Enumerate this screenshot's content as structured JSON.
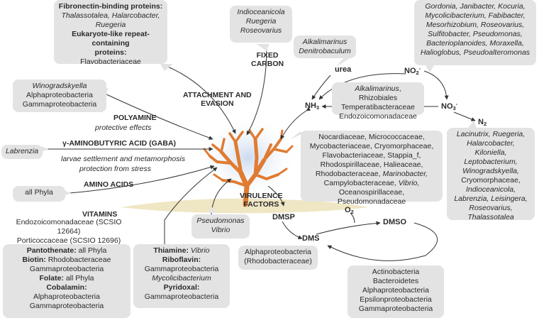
{
  "coral_icon": "sea-fan-coral-icon",
  "colors": {
    "coral": "#e07b32",
    "box": "#e3e3e3",
    "sand": "#efe6c4",
    "arrow": "#333333"
  },
  "fibronectin": {
    "heading": "Fibronectin-binding proteins:",
    "taxa": "Thalassotalea, Halarcobacter,",
    "taxa2": "Ruegeria",
    "heading2": "Eukaryote-like repeat-containing",
    "heading2b": "proteins:",
    "family": "Flavobacteriaceae"
  },
  "fixed_carbon_box": [
    "Indioceanicola",
    "Ruegeria",
    "Roseovarius"
  ],
  "winogradskyella_box": {
    "genus": "Winogradskyella",
    "lines": [
      "Alphaproteobacteria",
      "Gammaproteobacteria"
    ]
  },
  "labrenzia_box": "Labrenzia",
  "all_phyla_box": "all Phyla",
  "sulfide_box": [
    "Endozoicomonadaceae (SCSIO 12664)",
    "Porticoccaceae (SCSIO 12696)"
  ],
  "vitamins_left_box": {
    "pantothenate_label": "Pantothenate:",
    "pantothenate_value": " all Phyla",
    "biotin_label": "Biotin:",
    "biotin_value": " Rhodobacteraceae",
    "biotin_line2": "Gammaproteobacteria",
    "folate_label": "Folate:",
    "folate_value": " all Phyla",
    "cobalamin_label": "Cobalamin:",
    "cobalamin_lines": [
      "Alphaproteobacteria",
      "Gammaproteobacteria"
    ]
  },
  "vitamins_right_box": {
    "thiamine_label": "Thiamine:",
    "thiamine_value": " Vibrio",
    "riboflavin_label": "Riboflavin:",
    "riboflavin_lines": [
      "Gammaproteobacteria"
    ],
    "riboflavin_italic": "Mycolicibacterium",
    "pyridoxal_label": "Pyridoxal:",
    "pyridoxal_line": "Gammaproteobacteria"
  },
  "virulence_box": [
    "Pseudomonas",
    "Vibrio"
  ],
  "dmsp_box": [
    "Alphaproteobacteria",
    "(Rhodobacteraceae)"
  ],
  "dms_box": [
    "Actinobacteria",
    "Bacteroidetes",
    "Alphaproteobacteria",
    "Epsilonproteobacteria",
    "Gammaproteobacteria"
  ],
  "urea_box": [
    "Alkalimarinus",
    "Denitrobaculum"
  ],
  "nitrite_box": [
    "Gordonia, Janibacter, Kocuria,",
    "Mycolicibacterium, Fabibacter,",
    "Mesorhizobium, Roseovarius,",
    "Sulfitobacter, Pseudomonas,",
    "Bacterioplanoides, Moraxella,",
    "Halioglobus, Pseudoalteromonas"
  ],
  "nh3_box": {
    "italic": "Alkalimarinus",
    "rest": ", Rhizobiales",
    "lines": [
      "Temperatibacteraceae",
      "Endozoicomonadaceae"
    ]
  },
  "central_box": [
    "Nocardiaceae, Micrococcaceae,",
    "Mycobacteriaceae, Cryomorphaceae,",
    "Flavobacteriaceae, Stappia_f,",
    "Rhodospirillaceae, Halieaceae,"
  ],
  "central_box_l5a": "Rhodobacteraceae, ",
  "central_box_l5b": "Marinobacter,",
  "central_box_l6a": "Campylobacteraceae, ",
  "central_box_l6b": "Vibrio,",
  "central_box_l7": "Oceanospirillaceae, Pseudomonadaceae",
  "n2_box": {
    "l1a": "Lacinutrix, Ruegeria,",
    "l2": "Halarcobacter, Kiloniella,",
    "l3": "Leptobacterium,",
    "l4": "Winogradskyella,",
    "l5": "Cryomorphaceae,",
    "l6": "Indioceanicola,",
    "l7": "Labrenzia, Leisingera,",
    "l8": "Roseovarius,",
    "l9": "Thalassotalea"
  },
  "labels": {
    "fixed_carbon": [
      "FIXED",
      "CARBON"
    ],
    "attachment": [
      "ATTACHMENT AND",
      "EVASION"
    ],
    "polyamine": "POLYAMINE",
    "polyamine_sub": "protective effects",
    "gaba": "γ-AMINOBUTYRIC ACID (GABA)",
    "gaba_sub1": "larvae settlement and metamorphosis",
    "gaba_sub2": "protection from stress",
    "amino_acids": "AMINO ACIDS",
    "vitamins": "VITAMINS",
    "virulence": [
      "VIRULENCE",
      "FACTORS"
    ],
    "dmsp": "DMSP",
    "dmso": "DMSO",
    "dms": "DMS",
    "urea": "urea",
    "nh3": "NH",
    "nh3_sub": "3",
    "no2": "NO",
    "no2_sub": "2",
    "no2_sup": "-",
    "no3": "NO",
    "no3_sub": "3",
    "no3_sup": "-",
    "n2": "N",
    "n2_sub": "2",
    "o2": "O",
    "o2_sub": "2"
  }
}
